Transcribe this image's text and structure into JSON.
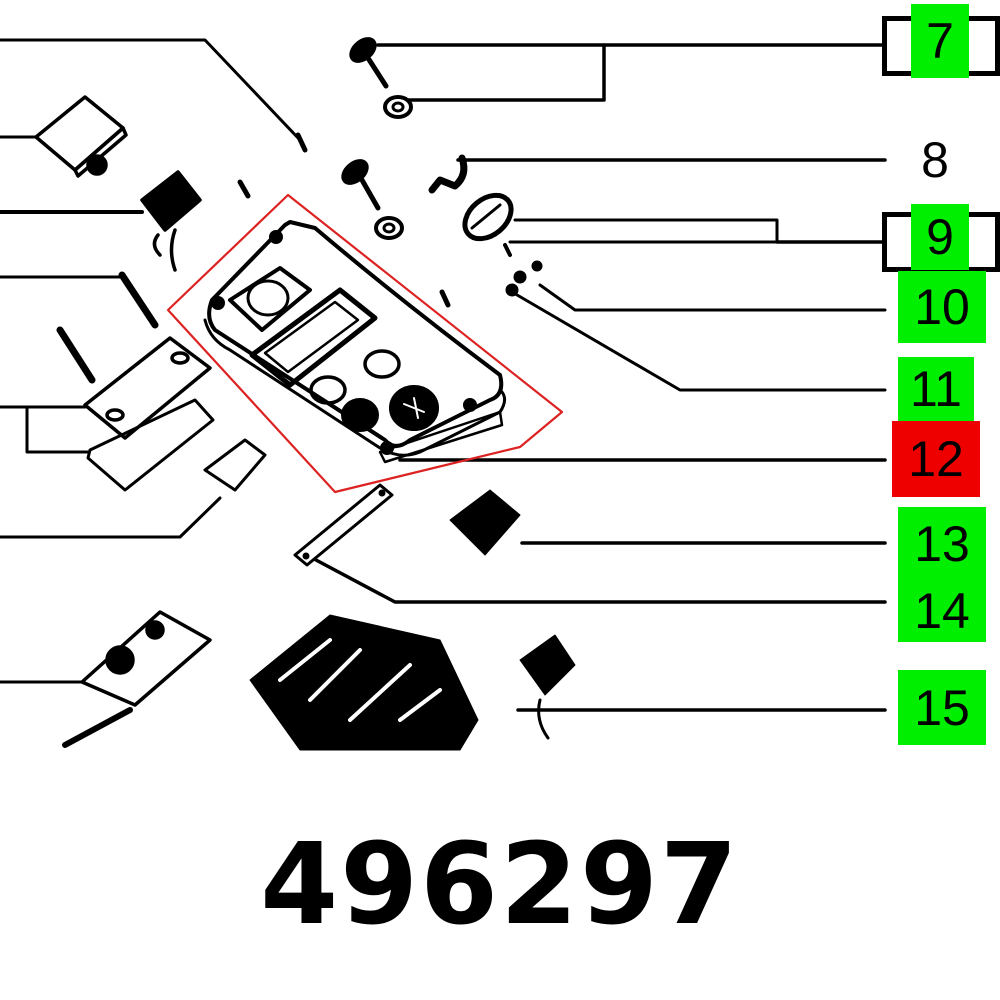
{
  "diagram": {
    "type": "exploded-parts-diagram",
    "highlight_color": "#dd2222",
    "highlighted_part": "12",
    "labels": [
      {
        "id": "7",
        "text": "7",
        "style": "green-bracketed",
        "bg": "#00ee00"
      },
      {
        "id": "8",
        "text": "8",
        "style": "plain"
      },
      {
        "id": "9",
        "text": "9",
        "style": "green-bracketed",
        "bg": "#00ee00"
      },
      {
        "id": "10",
        "text": "10",
        "style": "green",
        "bg": "#00ee00"
      },
      {
        "id": "11",
        "text": "11",
        "style": "green",
        "bg": "#00ee00"
      },
      {
        "id": "12",
        "text": "12",
        "style": "red",
        "bg": "#ee0000"
      },
      {
        "id": "13",
        "text": "13",
        "style": "green",
        "bg": "#00ee00"
      },
      {
        "id": "14",
        "text": "14",
        "style": "green",
        "bg": "#00ee00"
      },
      {
        "id": "15",
        "text": "15",
        "style": "green",
        "bg": "#00ee00"
      }
    ]
  },
  "part_number": "496297"
}
